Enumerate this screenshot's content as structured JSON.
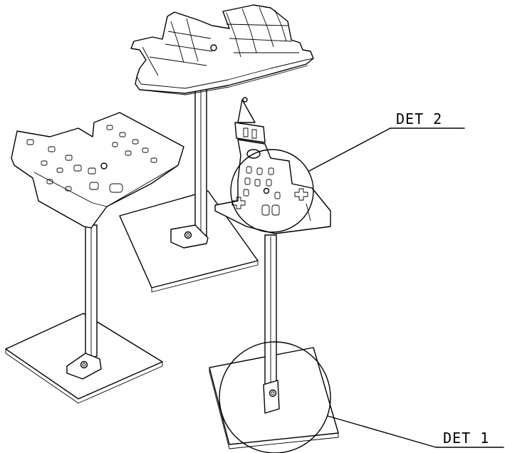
{
  "drawing": {
    "callouts": [
      {
        "id": "det2",
        "text": "DET 2"
      },
      {
        "id": "det1",
        "text": "DET 1"
      }
    ],
    "line_color": "#000000",
    "background": "#ffffff"
  }
}
